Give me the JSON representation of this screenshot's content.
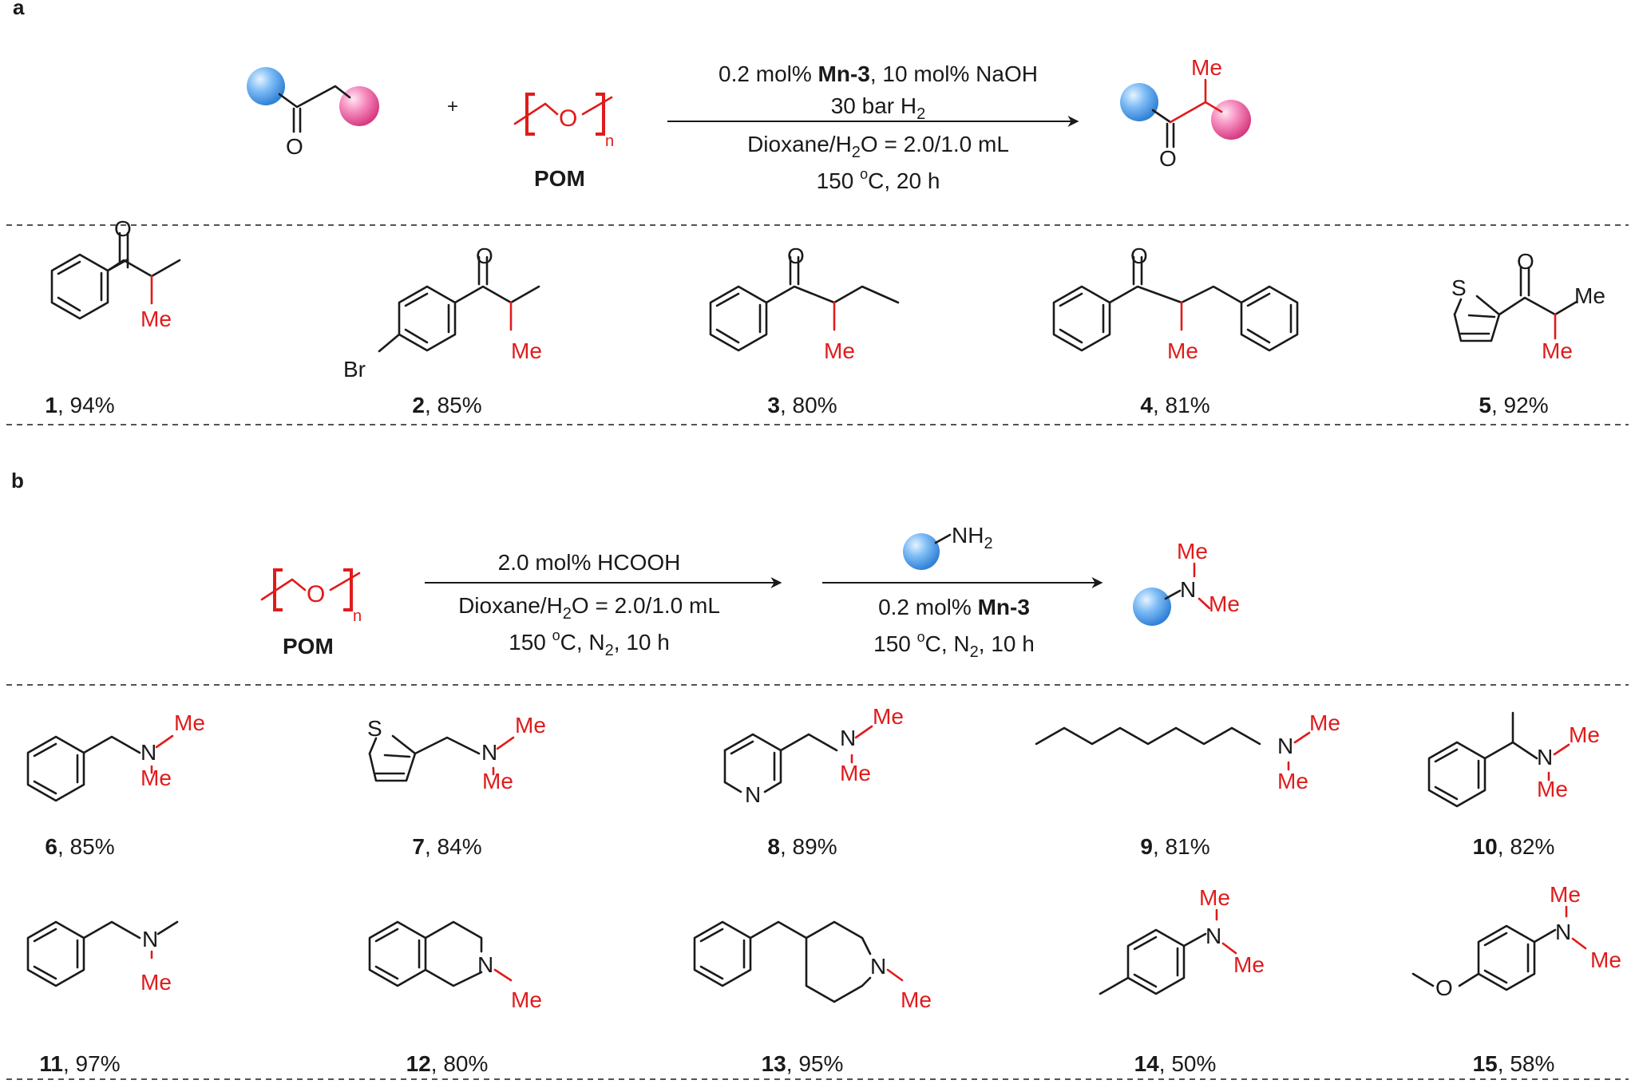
{
  "panel_a": {
    "label": "a",
    "plus": "+",
    "polymer_O": "O",
    "polymer_n": "n",
    "polymer_name": "POM",
    "conditions": {
      "line1_pre": "0.2 mol% ",
      "line1_bold": "Mn-3",
      "line1_post": ", 10 mol% NaOH",
      "line2_main": "30 bar H",
      "line2_sub": "2",
      "line3_pre": "Dioxane/H",
      "line3_sub": "2",
      "line3_post": "O = 2.0/1.0 mL",
      "line4_pre": "150 ",
      "line4_sup": "o",
      "line4_post": "C, 20 h"
    },
    "substrate_O": "O",
    "product_O": "O",
    "product_Me": "Me"
  },
  "panel_a_products": [
    {
      "id": "1",
      "yield": ", 94%"
    },
    {
      "id": "2",
      "yield": ", 85%"
    },
    {
      "id": "3",
      "yield": ", 80%"
    },
    {
      "id": "4",
      "yield": ", 81%"
    },
    {
      "id": "5",
      "yield": ", 92%"
    }
  ],
  "panel_b": {
    "label": "b",
    "polymer_O": "O",
    "polymer_n": "n",
    "polymer_name": "POM",
    "step1": {
      "line1": "2.0 mol% HCOOH",
      "line2_pre": "Dioxane/H",
      "line2_sub": "2",
      "line2_post": "O = 2.0/1.0 mL",
      "line3_pre": "150 ",
      "line3_sup": "o",
      "line3_mid": "C, N",
      "line3_sub": "2",
      "line3_post": ", 10 h"
    },
    "step2": {
      "amine_main": "NH",
      "amine_sub": "2",
      "line1_pre": "0.2 mol% ",
      "line1_bold": "Mn-3",
      "line2_pre": "150 ",
      "line2_sup": "o",
      "line2_mid": "C, N",
      "line2_sub": "2",
      "line2_post": ", 10 h"
    },
    "product_N": "N",
    "product_Me": "Me"
  },
  "panel_b_products": [
    {
      "id": "6",
      "yield": ", 85%"
    },
    {
      "id": "7",
      "yield": ", 84%"
    },
    {
      "id": "8",
      "yield": ", 89%"
    },
    {
      "id": "9",
      "yield": ", 81%"
    },
    {
      "id": "10",
      "yield": ", 82%"
    },
    {
      "id": "11",
      "yield": ", 97%"
    },
    {
      "id": "12",
      "yield": ", 80%"
    },
    {
      "id": "13",
      "yield": ", 95%"
    },
    {
      "id": "14",
      "yield": ", 50%"
    },
    {
      "id": "15",
      "yield": ", 58%"
    }
  ],
  "atoms": {
    "O": "O",
    "N": "N",
    "S": "S",
    "Br": "Br",
    "Me": "Me"
  },
  "colors": {
    "text": "#1a1a1a",
    "red": "#e01b1b",
    "blue_sphere": "#5aa8f0",
    "pink_sphere": "#f06aa8"
  }
}
